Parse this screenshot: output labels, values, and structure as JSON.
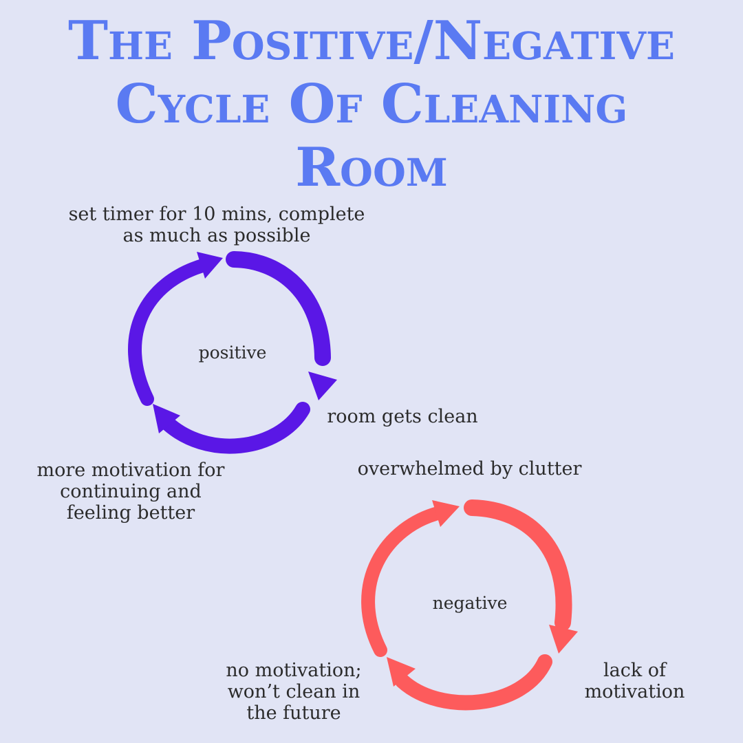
{
  "title": {
    "line1": "The Positive/Negative",
    "line2": "Cycle Of Cleaning",
    "line3": "Room"
  },
  "positive_cycle": {
    "label": "positive",
    "color": "#5a17e6",
    "steps": [
      "set timer for 10 mins, complete\nas much as possible",
      "room gets clean",
      "more motivation for\ncontinuing and\nfeeling better"
    ]
  },
  "negative_cycle": {
    "label": "negative",
    "color": "#fd5b5c",
    "steps": [
      "overwhelmed by clutter",
      "lack of\nmotivation",
      "no motivation;\nwon’t clean in\nthe future"
    ]
  }
}
